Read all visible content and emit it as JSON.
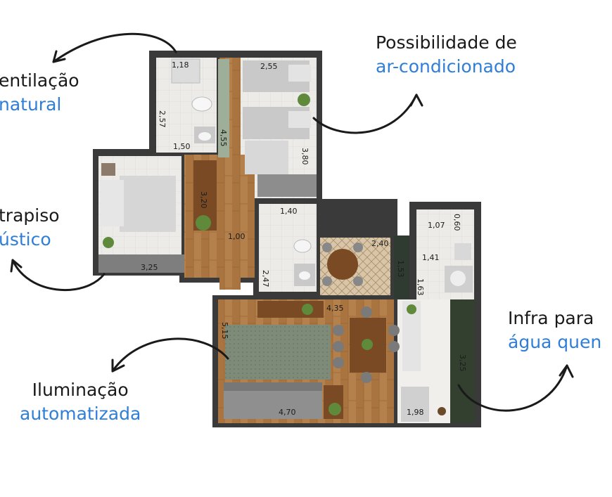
{
  "callouts": {
    "ventilacao": {
      "line1": "entilação",
      "line2": "natural"
    },
    "ar_condicionado": {
      "line1": "Possibilidade de",
      "line2": "ar-condicionado"
    },
    "contrapiso": {
      "line1": "trapiso",
      "line2": "ústico"
    },
    "iluminacao": {
      "line1": "Iluminação",
      "line2": "automatizada"
    },
    "agua_quente": {
      "line1": "Infra para",
      "line2": "água quen"
    }
  },
  "dimensions": {
    "d1": "1,18",
    "d2": "2,57",
    "d3": "1,50",
    "d4": "4,55",
    "d5": "2,55",
    "d6": "3,80",
    "d7": "3,20",
    "d8": "1,00",
    "d9": "3,25",
    "d10": "1,40",
    "d11": "2,47",
    "d12": "2,40",
    "d13": "1,53",
    "d14": "1,07",
    "d15": "0,60",
    "d16": "1,41",
    "d17": "1,63",
    "d18": "4,35",
    "d19": "5,15",
    "d20": "3,25",
    "d21": "4,70",
    "d22": "1,98"
  },
  "colors": {
    "wall": "#2a2a2a",
    "wood": "#b07a45",
    "tile": "#e9e6e1",
    "rug": "#7d8a78",
    "kitchen_dark": "#2f3a30",
    "accent_blue": "#2f7ed8"
  }
}
